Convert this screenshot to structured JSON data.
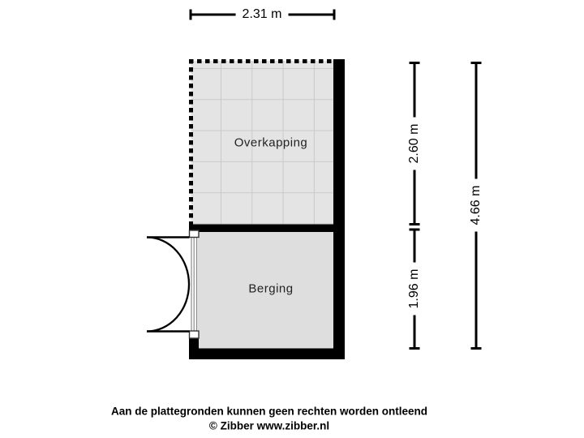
{
  "floorplan": {
    "rooms": [
      {
        "name": "Overkapping"
      },
      {
        "name": "Berging"
      }
    ],
    "dimensions": {
      "width_top": "2.31 m",
      "height_overkapping": "2.60 m",
      "height_berging": "1.96 m",
      "height_total": "4.66 m"
    },
    "colors": {
      "walls": "#000000",
      "overkapping_fill": "#e4e4e4",
      "overkapping_tile_lines": "#c7c7c7",
      "berging_fill": "#dedede",
      "dimension_lines": "#000000",
      "background": "#ffffff"
    }
  },
  "footer": {
    "disclaimer": "Aan de plattegronden kunnen geen rechten worden ontleend",
    "credit": "© Zibber www.zibber.nl"
  }
}
